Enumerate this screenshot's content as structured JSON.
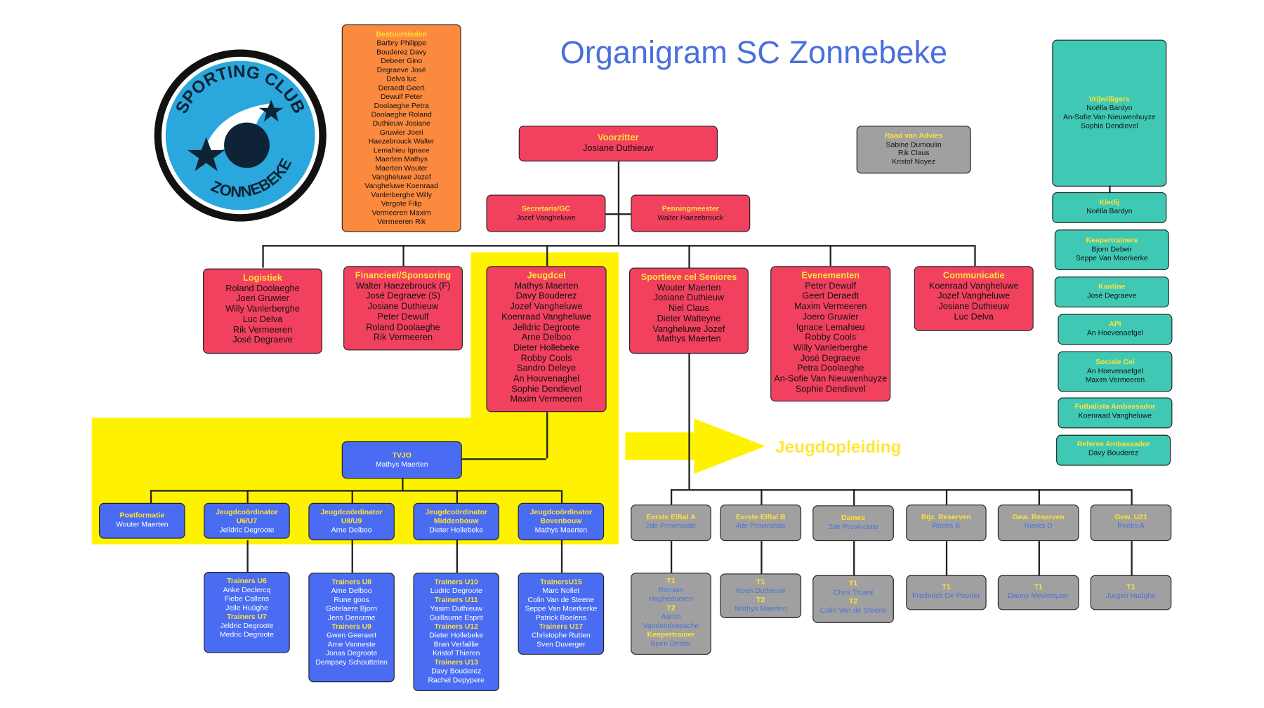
{
  "title": "Organigram SC Zonnebeke",
  "logo": {
    "top": "SPORTING CLUB",
    "bottom": "ZONNEBEKE"
  },
  "colors": {
    "board": "#f2415f",
    "members": "#fb8a3e",
    "side": "#3fc9b5",
    "youth": "#4a6cf2",
    "teams": "#a0a0a0",
    "highlight": "#fff200",
    "title": "#4a6fdc",
    "heading": "#ffe03a"
  },
  "bestuursleden": {
    "title": "Bestuursleden",
    "members": [
      "Barbry Philippe",
      "Bouderez Davy",
      "Debeer Gino",
      "Degraeve José",
      "Delva luc",
      "Deraedt Geert",
      "Dewulf Peter",
      "Doolaeghe Petra",
      "Doolaeghe Roland",
      "Duthieuw Josiane",
      "Gruwier Joeri",
      "Haezebrouck Walter",
      "Lemahieu Ignace",
      "Maerten Mathys",
      "Maerten Wouter",
      "Vangheluwe Jozef",
      "Vangheluwe Koenraad",
      "Vanlerberghe Willy",
      "Vergote Filip",
      "Vermeeren Maxim",
      "Vermeeren Rik"
    ]
  },
  "voorzitter": {
    "title": "Voorzitter",
    "name": "Josiane Duthieuw"
  },
  "secretaris": {
    "title": "Secretaris/GC",
    "name": "Jozef Vangheluwe"
  },
  "penningmeester": {
    "title": "Penningmeester",
    "name": "Walter Haezebrouck"
  },
  "raad": {
    "title": "Raad van Advies",
    "members": [
      "Sabine Dumoulin",
      "Rik Claus",
      "Kristof Noyez"
    ]
  },
  "cells": [
    {
      "title": "Logistiek",
      "members": [
        "Roland Doolaeghe",
        "Joeri Gruwier",
        "Willy Vanlerberghe",
        "Luc Delva",
        "Rik Vermeeren",
        "José Degraeve"
      ]
    },
    {
      "title": "Financieel/Sponsoring",
      "members": [
        "Walter Haezebrouck (F)",
        "José Degraeve (S)",
        "Josiane Duthieuw",
        "Peter Dewulf",
        "Roland Doolaeghe",
        "Rik Vermeeren"
      ]
    },
    {
      "title": "Jeugdcel",
      "members": [
        "Mathys Maerten",
        "Davy Bouderez",
        "Jozef Vangheluwe",
        "Koenraad Vangheluwe",
        "Jelldric Degroote",
        "Arne Delboo",
        "Dieter Hollebeke",
        "Robby Cools",
        "Sandro Deleye",
        "An Houvenaghel",
        "Sophie Dendievel",
        "Maxim Vermeeren"
      ]
    },
    {
      "title": "Sportieve cel Seniores",
      "members": [
        "Wouter Maerten",
        "Josiane Duthieuw",
        "Niel Claus",
        "Dieter Watteyne",
        "Vangheluwe Jozef",
        "Mathys Maerten"
      ]
    },
    {
      "title": "Evenementen",
      "members": [
        "Peter Dewulf",
        "Geert Deraedt",
        "Maxim Vermeeren",
        "Joero Gruwier",
        "Ignace Lemahieu",
        "Robby Cools",
        "Willy Vanlerberghe",
        "José Degraeve",
        "Petra Doolaeghe",
        "An-Sofie Van Nieuwenhuyze",
        "Sophie Dendievel"
      ]
    },
    {
      "title": "Communicatie",
      "members": [
        "Koenraad Vangheluwe",
        "Jozef Vangheluwe",
        "Josiane Duthieuw",
        "Luc Delva"
      ]
    }
  ],
  "side": [
    {
      "title": "Vrijwilligers",
      "members": [
        "Noëlla Bardyn",
        "An-Sofie Van Nieuwenhuyze",
        "Sophie Dendievel"
      ]
    },
    {
      "title": "Kledij",
      "members": [
        "Noëlla Bardyn"
      ]
    },
    {
      "title": "Keepertrainers",
      "members": [
        "Bjorn Debeir",
        "Seppe Van Moerkerke"
      ]
    },
    {
      "title": "Kantine",
      "members": [
        "José Degraeve"
      ]
    },
    {
      "title": "API",
      "members": [
        "An Hoevenaefgel"
      ]
    },
    {
      "title": "Sociale Cel",
      "members": [
        "An Hoevenaefgel",
        "Maxim Vermeeren"
      ]
    },
    {
      "title": "Futbalista Ambassador",
      "members": [
        "Koenraad Vangheluwe"
      ]
    },
    {
      "title": "Referee Ambassador",
      "members": [
        "Davy Bouderez"
      ]
    }
  ],
  "arrow_label": "Jeugdopleiding",
  "tvjo": {
    "title": "TVJO",
    "name": "Mathys Maerten"
  },
  "youth_coords": [
    {
      "title": "Postformatie",
      "members": [
        "Wouter Maerten"
      ]
    },
    {
      "title": "Jeugdcoördinator U6/U7",
      "members": [
        "Jelldric Degroote"
      ]
    },
    {
      "title": "Jeugdcoördinator U8/U9",
      "members": [
        "Arne Delboo"
      ]
    },
    {
      "title": "Jeugdcoördinator Middenbouw",
      "members": [
        "Dieter Hollebeke"
      ]
    },
    {
      "title": "Jeugdcoördinator Bovenbouw",
      "members": [
        "Mathys Maerten"
      ]
    }
  ],
  "youth_trainers": [
    {
      "lines": [
        {
          "h": "Trainers U6"
        },
        {
          "n": "Anke Declercq"
        },
        {
          "n": "Fiebe Callens"
        },
        {
          "n": "Jelle Huûghe"
        },
        {
          "h": "Trainers U7"
        },
        {
          "n": "Jeldric Degroote"
        },
        {
          "n": "Medric Degroote"
        }
      ]
    },
    {
      "lines": [
        {
          "h": "Trainers U8"
        },
        {
          "n": "Arne Delboo"
        },
        {
          "n": "Rune goos"
        },
        {
          "n": "Gotelaere Bjorn"
        },
        {
          "n": "Jens Denorme"
        },
        {
          "h": "Trainers U9"
        },
        {
          "n": "Gwen Geeraert"
        },
        {
          "n": "Arne Vanneste"
        },
        {
          "n": "Jonas Degroote"
        },
        {
          "n": "Dempsey Schoutteten"
        }
      ]
    },
    {
      "lines": [
        {
          "h": "Trainers U10"
        },
        {
          "n": "Ludric Degroote"
        },
        {
          "h": "Trainers U11"
        },
        {
          "n": "Yasim Duthieuw"
        },
        {
          "n": "Guillaume Esprit"
        },
        {
          "h": "Trainers U12"
        },
        {
          "n": "Dieter Hollebeke"
        },
        {
          "n": "Bran Verfaillie"
        },
        {
          "n": "Kristof Thieren"
        },
        {
          "h": "Trainers U13"
        },
        {
          "n": "Davy Bouderez"
        },
        {
          "n": "Rachel Depypere"
        }
      ]
    },
    {
      "lines": [
        {
          "h": "TrainersU15"
        },
        {
          "n": "Marc Nollet"
        },
        {
          "n": "Colin Van de Steene"
        },
        {
          "n": "Seppe Van Moerkerke"
        },
        {
          "n": "Patrick Boelens"
        },
        {
          "h": "Trainers U17"
        },
        {
          "n": "Christophe Rutten"
        },
        {
          "n": "Sven Duverger"
        }
      ]
    }
  ],
  "teams": [
    {
      "title": "Eerste Elftal A",
      "sub": "2de Provinciale"
    },
    {
      "title": "Eerste Elftal B",
      "sub": "4de Provinciale"
    },
    {
      "title": "Dames",
      "sub": "2de Provinciale"
    },
    {
      "title": "Bijz. Reserven",
      "sub": "Reeks B"
    },
    {
      "title": "Gew. Reserven",
      "sub": "Reeks D"
    },
    {
      "title": "Gew. U21",
      "sub": "Reeks A"
    }
  ],
  "team_trainers": [
    {
      "lines": [
        {
          "h": "T1"
        },
        {
          "n": "Romain"
        },
        {
          "n": "Haghedooren"
        },
        {
          "h": "T2"
        },
        {
          "n": "Aaron"
        },
        {
          "n": "Vandendriessche"
        },
        {
          "h": "Keepertrainer"
        },
        {
          "n": "Bjorn Debeir"
        }
      ]
    },
    {
      "lines": [
        {
          "h": "T1"
        },
        {
          "n": "Koen Duthieuw"
        },
        {
          "h": "T2"
        },
        {
          "n": "Mathys Maerten"
        }
      ]
    },
    {
      "lines": [
        {
          "h": "T1"
        },
        {
          "n": "Chris Truant"
        },
        {
          "h": "T2"
        },
        {
          "n": "Colin Van de Steene"
        }
      ]
    },
    {
      "lines": [
        {
          "h": "T1"
        },
        {
          "n": "Frederick De Poorter"
        }
      ]
    },
    {
      "lines": [
        {
          "h": "T1"
        },
        {
          "n": "Danny Meulenyzer"
        }
      ]
    },
    {
      "lines": [
        {
          "h": "T1"
        },
        {
          "n": "Jurgen Huûghe"
        }
      ]
    }
  ]
}
